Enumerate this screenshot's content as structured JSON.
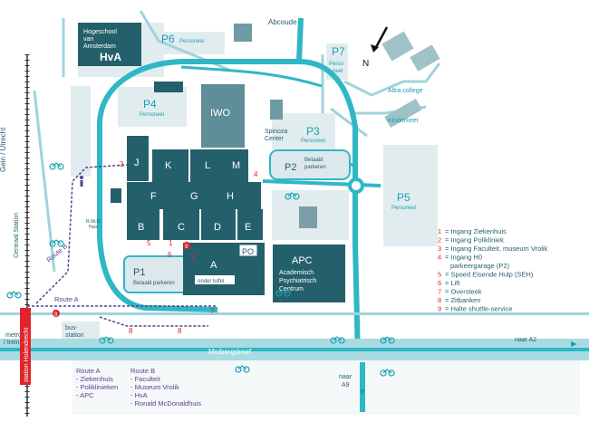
{
  "colors": {
    "building": "#24606b",
    "road": "#2fb7c6",
    "road_light": "#9fd4dc",
    "zone": "#e1ecef",
    "parking_fill": "#dde8ec",
    "route": "#5a3f8e",
    "red": "#e0242b",
    "text_teal": "#1b9fb3"
  },
  "buildings": {
    "J": "J",
    "K": "K",
    "L": "L",
    "M": "M",
    "F": "F",
    "G": "G",
    "H": "H",
    "B": "B",
    "C": "C",
    "D": "D",
    "E": "E",
    "A": "A",
    "iwo": "IWO"
  },
  "hva": {
    "line1": "Hogeschool",
    "line2": "van",
    "line3": "Amsterdam",
    "logo": "HvA"
  },
  "apc": {
    "title": "APC",
    "line1": "Academisch",
    "line2": "Psychiatrisch",
    "line3": "Centrum"
  },
  "parking": {
    "p1": {
      "label": "P1",
      "sub": "Betaald parkeren"
    },
    "p2": {
      "label": "P2",
      "sub1": "Betaald",
      "sub2": "parkeren"
    },
    "p3": {
      "label": "P3",
      "sub": "Personeel"
    },
    "p4": {
      "label": "P4",
      "sub": "Personeel"
    },
    "p5": {
      "label": "P5",
      "sub": "Personeel"
    },
    "p6": {
      "label": "P6",
      "sub": "Personeel"
    },
    "p7": {
      "label": "P7",
      "sub1": "Perso-",
      "sub2": "neel"
    },
    "po": "PO"
  },
  "places": {
    "spinoza1": "Spinoza",
    "spinoza2": "Center",
    "altra": "Altra college",
    "kinderkeet": "Kinderkeet",
    "rmcd1": "R.McD.",
    "rmcd2": "Huis",
    "onderluifel": "onder luifel",
    "busstation1": "bus-",
    "busstation2": "station"
  },
  "roads": {
    "abcoude": "Abcoude",
    "meibergdreef": "Meibergdreef",
    "naar_a2": "naar A2",
    "naar_a9_1": "naar",
    "naar_a9_2": "A9",
    "gein_utrecht": "Gein / Utrecht",
    "centraal_station": "Centraal Station",
    "metro_trein_1": "metro",
    "metro_trein_2": "/ trein",
    "station_holendrecht": "station Holendrecht"
  },
  "routes": {
    "a_label": "Route A",
    "b_label": "Route B",
    "a_title": "Route A",
    "a_items": [
      "- Ziekenhuis",
      "- Poliklinieken",
      "- APC"
    ],
    "b_title": "Route B",
    "b_items": [
      "- Faculteit",
      "- Museum Vrolik",
      "- HvA",
      "- Ronald McDonaldhuis"
    ]
  },
  "compass": {
    "north": "N"
  },
  "markers": [
    "1",
    "2",
    "3",
    "4",
    "5",
    "6",
    "7",
    "8",
    "9"
  ],
  "legend": [
    {
      "num": "1",
      "line1": "= Ingang Ziekenhuis",
      "line2": ""
    },
    {
      "num": "2",
      "line1": "= Ingang Polikliniek",
      "line2": ""
    },
    {
      "num": "3",
      "line1": "= Ingang Faculteit, museum Vrolik",
      "line2": ""
    },
    {
      "num": "4",
      "line1": "= Ingang H0",
      "line2": "parkeergarage (P2)"
    },
    {
      "num": "5",
      "line1": "= Spoed Eisende Hulp (SEH)",
      "line2": ""
    },
    {
      "num": "6",
      "line1": "= Lift",
      "line2": ""
    },
    {
      "num": "7",
      "line1": "= Oversteek",
      "line2": ""
    },
    {
      "num": "8",
      "line1": "= Zitbanken",
      "line2": ""
    },
    {
      "num": "9",
      "line1": "= Halte shuttle-service",
      "line2": ""
    }
  ]
}
